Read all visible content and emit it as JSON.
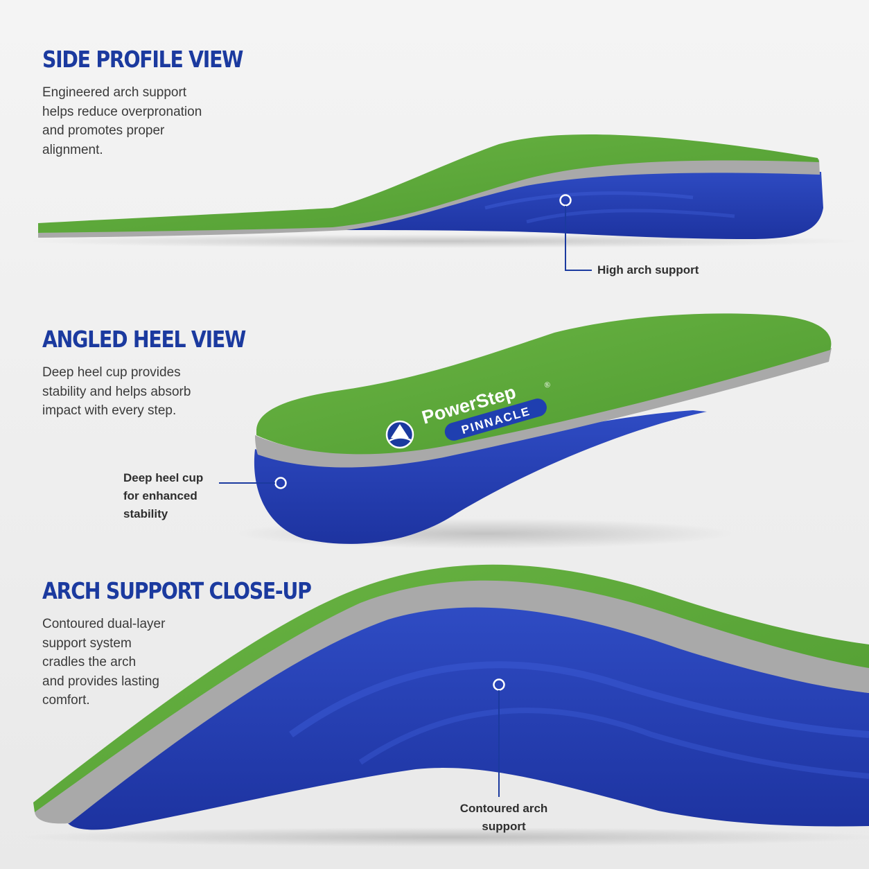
{
  "colors": {
    "heading": "#1b3a9f",
    "background": "#f1f1f1",
    "insole_top_green": "#5ca83a",
    "foam_gray": "#a3a3a3",
    "shell_blue": "#2a44b8",
    "callout_line": "#1b3a9f"
  },
  "sections": [
    {
      "heading": "SIDE PROFILE VIEW",
      "description": "Engineered arch support\nhelps reduce overpronation\nand promotes proper\nalignment."
    },
    {
      "heading": "ANGLED HEEL VIEW",
      "description": "Deep heel cup provides\nstability and helps absorb\nimpact with every step."
    },
    {
      "heading": "ARCH SUPPORT CLOSE-UP",
      "description": "Contoured dual-layer\nsupport system\ncradles the arch\nand provides lasting\ncomfort."
    }
  ],
  "callouts": {
    "high_arch": "High arch support",
    "heel_cup_line1": "Deep heel cup",
    "heel_cup_line2a": "for",
    "heel_cup_line2b": " enhanced",
    "heel_cup_line3": "stability",
    "contoured_arch": "Contoured arch\nsupport"
  },
  "branding": {
    "brand": "PowerStep",
    "registered": "®",
    "model": "PINNACLE"
  }
}
